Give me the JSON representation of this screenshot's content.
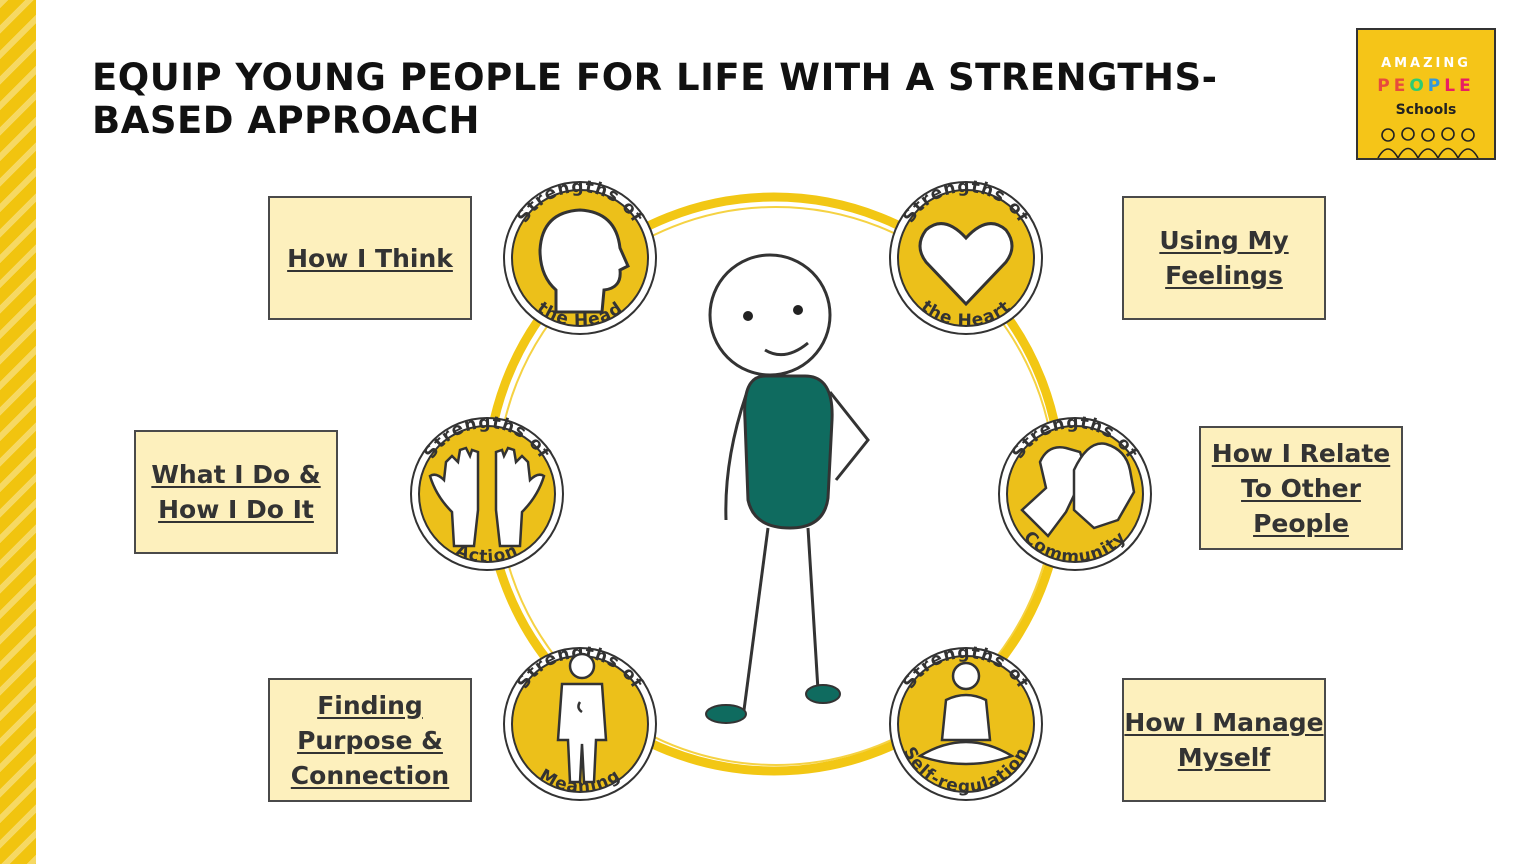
{
  "title": "EQUIP YOUNG PEOPLE FOR LIFE WITH A STRENGTHS-BASED APPROACH",
  "logo": {
    "line1": "AMAZING",
    "line2": "PEOPLE",
    "line3": "Schools"
  },
  "colors": {
    "accent": "#f1c40f",
    "circle_fill": "#ecc01a",
    "box_fill": "#fdf0bd",
    "body": "#0f6b5f",
    "ink": "#333333"
  },
  "strengths": [
    {
      "top": "Strengths of",
      "bottom": "the Head",
      "icon": "head-icon",
      "label": "How I Think"
    },
    {
      "top": "Strengths of",
      "bottom": "the Heart",
      "icon": "heart-icon",
      "label": "Using My Feelings"
    },
    {
      "top": "Strengths of",
      "bottom": "Action",
      "icon": "hands-icon",
      "label": "What I Do & How I Do It"
    },
    {
      "top": "Strengths of",
      "bottom": "Community",
      "icon": "handshake-icon",
      "label": "How I Relate To Other People"
    },
    {
      "top": "Strengths of",
      "bottom": "Meaning",
      "icon": "puzzle-person-icon",
      "label": "Finding Purpose & Connection"
    },
    {
      "top": "Strengths of",
      "bottom": "Self-regulation",
      "icon": "meditation-icon",
      "label": "How I Manage Myself"
    }
  ]
}
